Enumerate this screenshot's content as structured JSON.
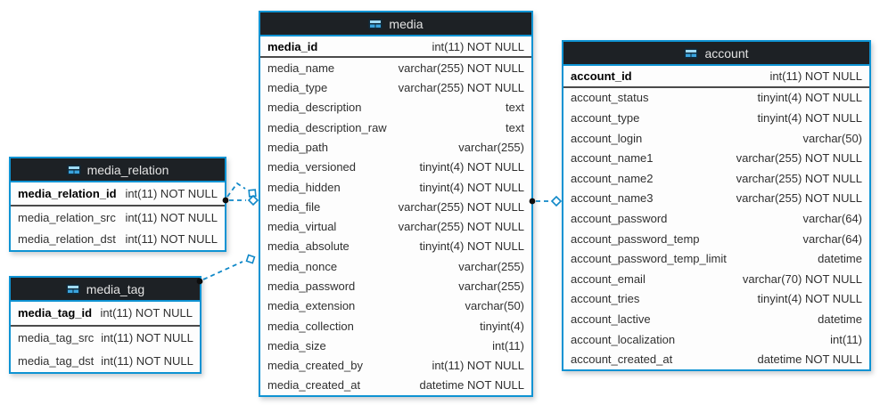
{
  "colors": {
    "border": "#0e93d3",
    "header_bg": "#1d2125",
    "header_text": "#e3e3e3",
    "row_text": "#303030",
    "divider": "#4a4a4a",
    "connector": "#1088c8",
    "icon_frame": "#0f2b3d",
    "icon_top": "#9fdbf6",
    "icon_cell": "#3aa4de"
  },
  "tables": [
    {
      "title": "media",
      "pk_columns": [
        {
          "name": "media_id",
          "type": "int(11) NOT NULL"
        }
      ],
      "columns": [
        {
          "name": "media_name",
          "type": "varchar(255) NOT NULL"
        },
        {
          "name": "media_type",
          "type": "varchar(255) NOT NULL"
        },
        {
          "name": "media_description",
          "type": "text"
        },
        {
          "name": "media_description_raw",
          "type": "text"
        },
        {
          "name": "media_path",
          "type": "varchar(255)"
        },
        {
          "name": "media_versioned",
          "type": "tinyint(4) NOT NULL"
        },
        {
          "name": "media_hidden",
          "type": "tinyint(4) NOT NULL"
        },
        {
          "name": "media_file",
          "type": "varchar(255) NOT NULL"
        },
        {
          "name": "media_virtual",
          "type": "varchar(255) NOT NULL"
        },
        {
          "name": "media_absolute",
          "type": "tinyint(4) NOT NULL"
        },
        {
          "name": "media_nonce",
          "type": "varchar(255)"
        },
        {
          "name": "media_password",
          "type": "varchar(255)"
        },
        {
          "name": "media_extension",
          "type": "varchar(50)"
        },
        {
          "name": "media_collection",
          "type": "tinyint(4)"
        },
        {
          "name": "media_size",
          "type": "int(11)"
        },
        {
          "name": "media_created_by",
          "type": "int(11) NOT NULL"
        },
        {
          "name": "media_created_at",
          "type": "datetime NOT NULL"
        }
      ]
    },
    {
      "title": "media_relation",
      "pk_columns": [
        {
          "name": "media_relation_id",
          "type": "int(11) NOT NULL"
        }
      ],
      "columns": [
        {
          "name": "media_relation_src",
          "type": "int(11) NOT NULL"
        },
        {
          "name": "media_relation_dst",
          "type": "int(11) NOT NULL"
        }
      ]
    },
    {
      "title": "media_tag",
      "pk_columns": [
        {
          "name": "media_tag_id",
          "type": "int(11) NOT NULL"
        }
      ],
      "columns": [
        {
          "name": "media_tag_src",
          "type": "int(11) NOT NULL"
        },
        {
          "name": "media_tag_dst",
          "type": "int(11) NOT NULL"
        }
      ]
    },
    {
      "title": "account",
      "pk_columns": [
        {
          "name": "account_id",
          "type": "int(11) NOT NULL"
        }
      ],
      "columns": [
        {
          "name": "account_status",
          "type": "tinyint(4) NOT NULL"
        },
        {
          "name": "account_type",
          "type": "tinyint(4) NOT NULL"
        },
        {
          "name": "account_login",
          "type": "varchar(50)"
        },
        {
          "name": "account_name1",
          "type": "varchar(255) NOT NULL"
        },
        {
          "name": "account_name2",
          "type": "varchar(255) NOT NULL"
        },
        {
          "name": "account_name3",
          "type": "varchar(255) NOT NULL"
        },
        {
          "name": "account_password",
          "type": "varchar(64)"
        },
        {
          "name": "account_password_temp",
          "type": "varchar(64)"
        },
        {
          "name": "account_password_temp_limit",
          "type": "datetime"
        },
        {
          "name": "account_email",
          "type": "varchar(70) NOT NULL"
        },
        {
          "name": "account_tries",
          "type": "tinyint(4) NOT NULL"
        },
        {
          "name": "account_lactive",
          "type": "datetime"
        },
        {
          "name": "account_localization",
          "type": "int(11)"
        },
        {
          "name": "account_created_at",
          "type": "datetime NOT NULL"
        }
      ]
    }
  ],
  "relations": [
    {
      "from": "media_relation",
      "to": "media",
      "line": "dashed",
      "from_marker": "dot",
      "to_marker": "open-diamond"
    },
    {
      "from": "media_relation",
      "to": "media",
      "line": "dashed",
      "from_marker": "dot",
      "to_marker": "open-diamond"
    },
    {
      "from": "media_tag",
      "to": "media",
      "line": "dashed",
      "from_marker": "dot",
      "to_marker": "open-diamond"
    },
    {
      "from": "media",
      "to": "account",
      "line": "dashed",
      "from_marker": "dot",
      "to_marker": "open-diamond"
    }
  ]
}
